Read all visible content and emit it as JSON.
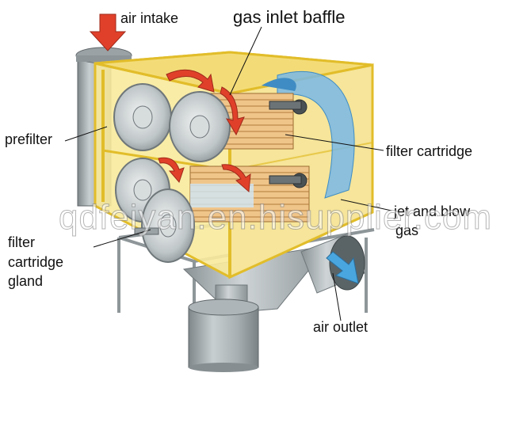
{
  "labels": {
    "air_intake": "air intake",
    "gas_inlet_baffle": "gas inlet baffle",
    "prefilter": "prefilter",
    "filter_cartridge": "filter cartridge",
    "jet_and_blow_gas_line1": "jet and blow",
    "jet_and_blow_gas_line2": "gas",
    "filter_cartridge_gland_line1": "filter",
    "filter_cartridge_gland_line2": "cartridge",
    "filter_cartridge_gland_line3": "gland",
    "air_outlet": "air outlet"
  },
  "watermark": "qdfeiyan.en.hisupplier.com",
  "colors": {
    "housing": "#f6e27a",
    "frame": "#e9c42a",
    "cylinder": "#9ea7a9",
    "arrow_red": "#e0402a",
    "arrow_blue": "#4aa6de"
  }
}
